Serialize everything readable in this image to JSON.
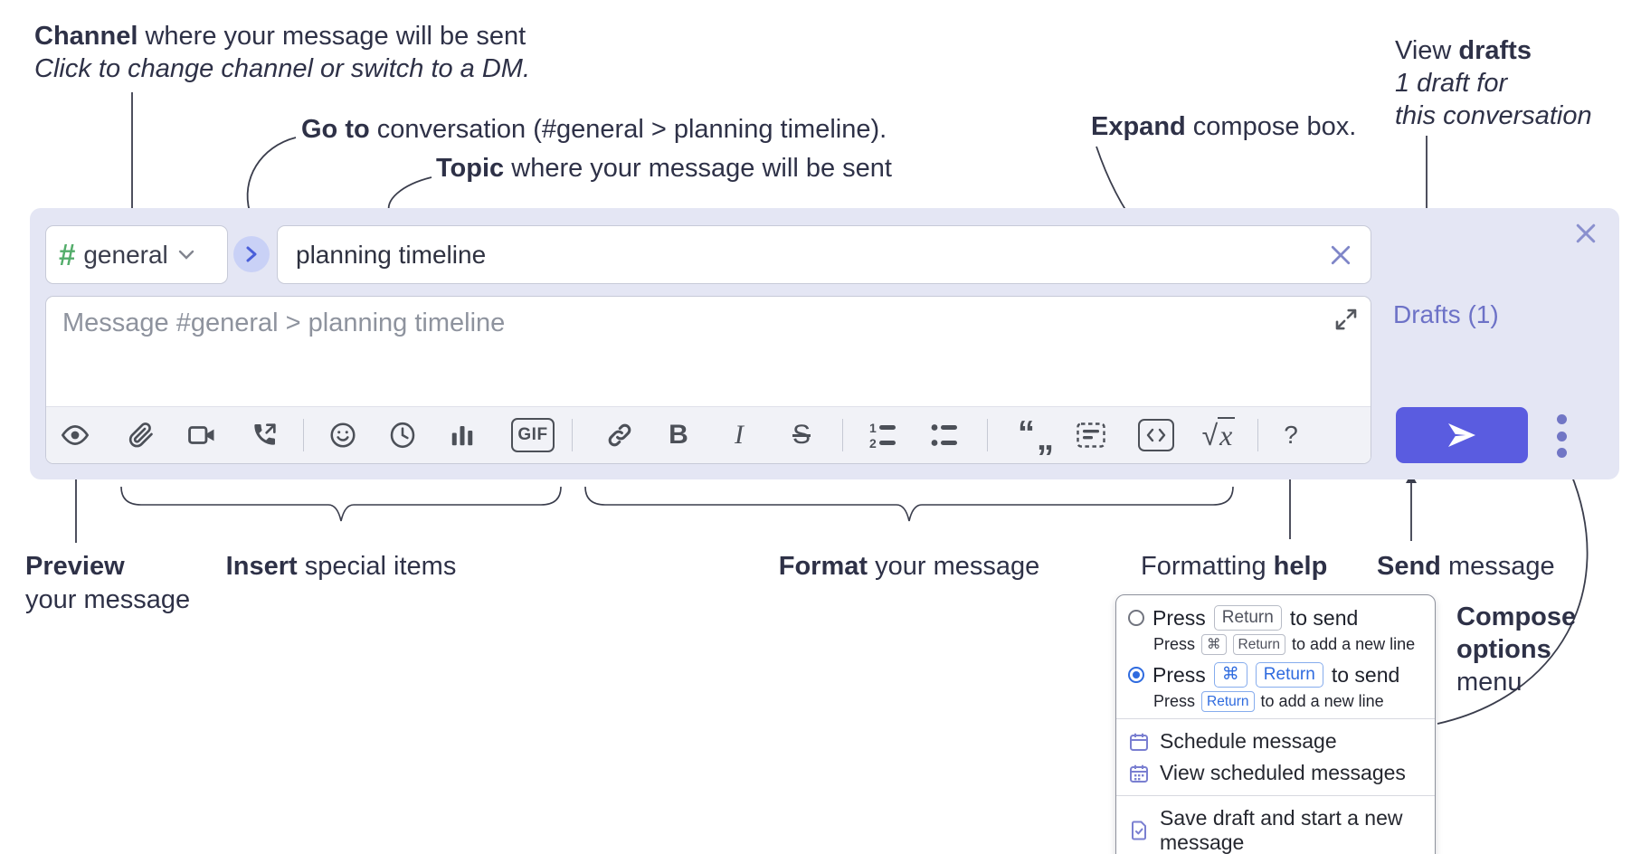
{
  "colors": {
    "compose_bg": "#e4e6f4",
    "send_button": "#5a5ce0",
    "accent_purple": "#6d72c7",
    "hash_green": "#54ad6b",
    "goto_circle_bg": "#c9d1f6",
    "goto_chevron": "#4a5fd9",
    "popup_blue": "#2f6bdf",
    "annotation_text": "#2e3147",
    "icon_gray": "#4c5058"
  },
  "annotations": {
    "channel": {
      "bold": "Channel",
      "rest": " where your message will be sent",
      "line2": "Click to change channel or switch to a DM."
    },
    "goto": {
      "bold": "Go to",
      "rest": " conversation (#general > planning timeline)."
    },
    "topic": {
      "bold": "Topic",
      "rest": " where your message will be sent"
    },
    "expand": {
      "bold": "Expand",
      "rest": " compose box."
    },
    "drafts": {
      "pre": "View ",
      "bold": "drafts",
      "line2": "1 draft for",
      "line3": "this conversation"
    },
    "preview": {
      "bold": "Preview",
      "line2": "your message"
    },
    "insert": {
      "bold": "Insert",
      "rest": " special items"
    },
    "format": {
      "bold": "Format",
      "rest": " your message"
    },
    "help": {
      "pre": "Formatting ",
      "bold": "help"
    },
    "send": {
      "bold": "Send",
      "rest": " message"
    },
    "compose_options": {
      "line1": "Compose",
      "line2": "options",
      "line3": "menu"
    }
  },
  "compose": {
    "channel_hash": "#",
    "channel_name": "general",
    "topic_value": "planning timeline",
    "message_placeholder": "Message #general > planning timeline",
    "drafts_label": "Drafts (1)"
  },
  "toolbar": {
    "bold_glyph": "B",
    "italic_glyph": "I",
    "strike_glyph": "S",
    "gif_label": "GIF",
    "help_glyph": "?",
    "math_root": "√",
    "math_var": "x",
    "quote_open": "“",
    "quote_close": "„",
    "ol_digit1": "1",
    "ol_digit2": "2"
  },
  "popup": {
    "option1": {
      "pre": "Press",
      "key": "Return",
      "post": "to send",
      "sub": {
        "pre": "Press",
        "keys": [
          "⌘",
          "Return"
        ],
        "post": "to add a new line"
      }
    },
    "option2": {
      "pre": "Press",
      "keys": [
        "⌘",
        "Return"
      ],
      "post": "to send",
      "sub": {
        "pre": "Press",
        "key": "Return",
        "post": "to add a new line"
      }
    },
    "items": [
      "Schedule message",
      "View scheduled messages",
      "Save draft and start a new message"
    ]
  }
}
